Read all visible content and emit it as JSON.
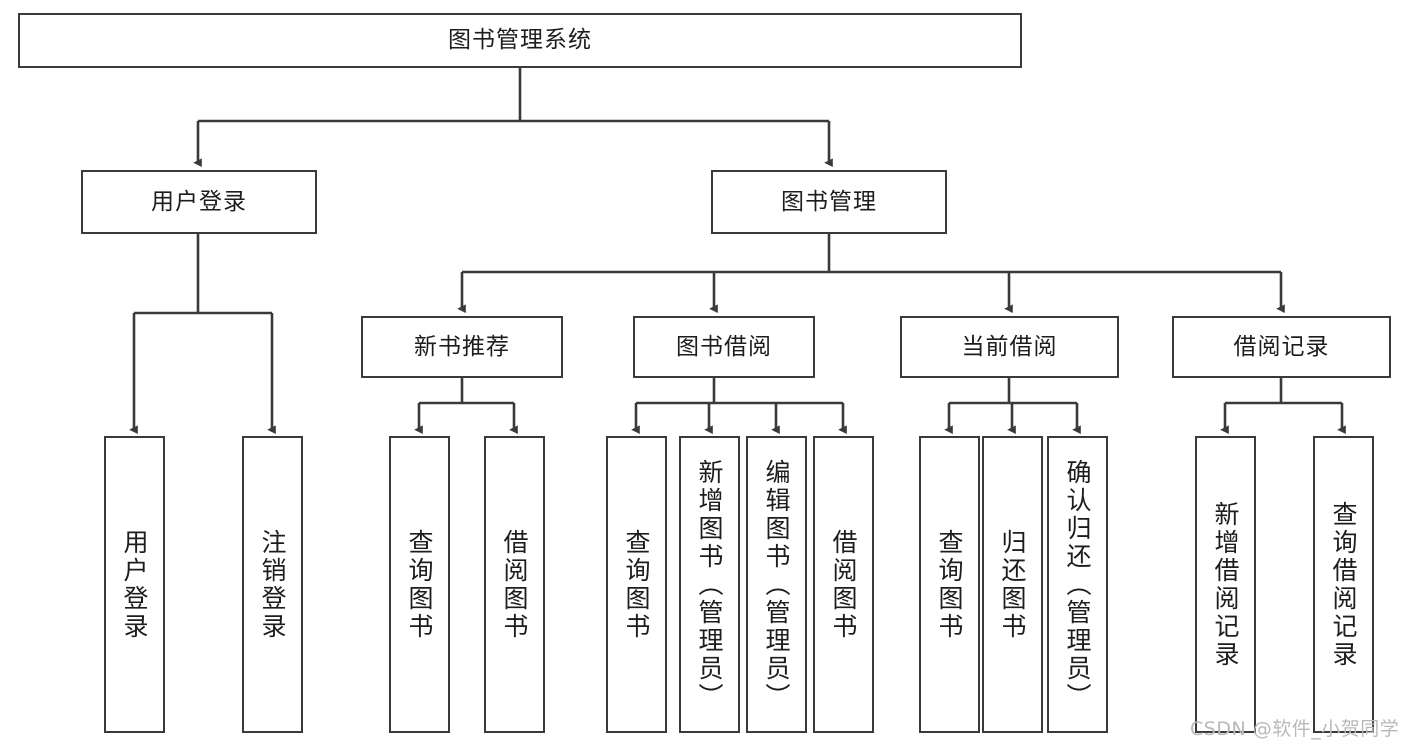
{
  "diagram": {
    "title": "图书管理系统",
    "type": "tree-hierarchy",
    "orientation": "top-down",
    "colors": {
      "box_border": "#3a3a3a",
      "box_fill": "#ffffff",
      "edge": "#3a3a3a",
      "text": "#1d1d1d",
      "watermark": "#b9b9b9",
      "background": "#ffffff"
    },
    "nodes": {
      "root": {
        "label": "图书管理系统",
        "level": 1
      },
      "level2": [
        {
          "id": "user-login",
          "label": "用户登录"
        },
        {
          "id": "book-management",
          "label": "图书管理"
        }
      ],
      "level3": [
        {
          "id": "new-book-recommend",
          "label": "新书推荐",
          "parent": "book-management"
        },
        {
          "id": "book-borrow",
          "label": "图书借阅",
          "parent": "book-management"
        },
        {
          "id": "current-borrow",
          "label": "当前借阅",
          "parent": "book-management"
        },
        {
          "id": "borrow-record",
          "label": "借阅记录",
          "parent": "book-management"
        }
      ],
      "leaves": [
        {
          "id": "leaf-user-login",
          "label": "用户登录",
          "parent": "user-login"
        },
        {
          "id": "leaf-logout-login",
          "label": "注销登录",
          "parent": "user-login"
        },
        {
          "id": "leaf-query-book-1",
          "label": "查询图书",
          "parent": "new-book-recommend"
        },
        {
          "id": "leaf-borrow-book-1",
          "label": "借阅图书",
          "parent": "new-book-recommend"
        },
        {
          "id": "leaf-query-book-2",
          "label": "查询图书",
          "parent": "book-borrow"
        },
        {
          "id": "leaf-add-book",
          "label": "新增图书（管理员）",
          "parent": "book-borrow"
        },
        {
          "id": "leaf-edit-book",
          "label": "编辑图书（管理员）",
          "parent": "book-borrow"
        },
        {
          "id": "leaf-borrow-book-2",
          "label": "借阅图书",
          "parent": "book-borrow"
        },
        {
          "id": "leaf-query-book-3",
          "label": "查询图书",
          "parent": "current-borrow"
        },
        {
          "id": "leaf-return-book",
          "label": "归还图书",
          "parent": "current-borrow"
        },
        {
          "id": "leaf-confirm-return",
          "label": "确认归还（管理员）",
          "parent": "current-borrow"
        },
        {
          "id": "leaf-add-record",
          "label": "新增借阅记录",
          "parent": "borrow-record"
        },
        {
          "id": "leaf-query-record",
          "label": "查询借阅记录",
          "parent": "borrow-record"
        }
      ]
    }
  },
  "watermark": {
    "text": "CSDN @软件_小贺同学"
  }
}
